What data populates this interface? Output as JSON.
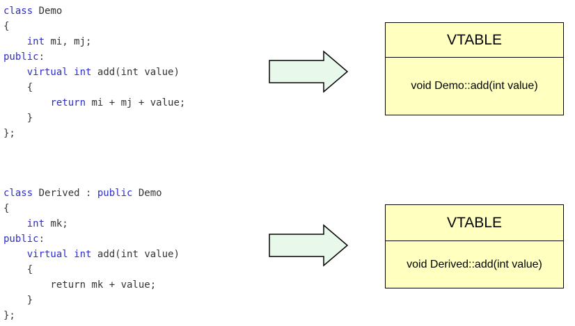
{
  "block1": {
    "code_lines": [
      [
        {
          "t": "class",
          "k": true
        },
        {
          "t": " Demo",
          "k": false
        }
      ],
      [
        {
          "t": "{",
          "k": false
        }
      ],
      [
        {
          "t": "    ",
          "k": false
        },
        {
          "t": "int",
          "k": true
        },
        {
          "t": " mi, mj;",
          "k": false
        }
      ],
      [
        {
          "t": "public",
          "k": true
        },
        {
          "t": ":",
          "k": false
        }
      ],
      [
        {
          "t": "    ",
          "k": false
        },
        {
          "t": "virtual",
          "k": true
        },
        {
          "t": " ",
          "k": false
        },
        {
          "t": "int",
          "k": true
        },
        {
          "t": " add(int value)",
          "k": false
        }
      ],
      [
        {
          "t": "    {",
          "k": false
        }
      ],
      [
        {
          "t": "        ",
          "k": false
        },
        {
          "t": "return",
          "k": true
        },
        {
          "t": " mi + mj + value;",
          "k": false
        }
      ],
      [
        {
          "t": "    }",
          "k": false
        }
      ],
      [
        {
          "t": "};",
          "k": false
        }
      ]
    ],
    "vtable_title": "VTABLE",
    "vtable_entry": "void Demo::add(int value)"
  },
  "block2": {
    "code_lines": [
      [
        {
          "t": "class",
          "k": true
        },
        {
          "t": " Derived : ",
          "k": false
        },
        {
          "t": "public",
          "k": true
        },
        {
          "t": " Demo",
          "k": false
        }
      ],
      [
        {
          "t": "{",
          "k": false
        }
      ],
      [
        {
          "t": "    ",
          "k": false
        },
        {
          "t": "int",
          "k": true
        },
        {
          "t": " mk;",
          "k": false
        }
      ],
      [
        {
          "t": "public",
          "k": true
        },
        {
          "t": ":",
          "k": false
        }
      ],
      [
        {
          "t": "    ",
          "k": false
        },
        {
          "t": "virtual",
          "k": true
        },
        {
          "t": " ",
          "k": false
        },
        {
          "t": "int",
          "k": true
        },
        {
          "t": " add(int value)",
          "k": false
        }
      ],
      [
        {
          "t": "    {",
          "k": false
        }
      ],
      [
        {
          "t": "        return mk + value;",
          "k": false
        }
      ],
      [
        {
          "t": "    }",
          "k": false
        }
      ],
      [
        {
          "t": "};",
          "k": false
        }
      ]
    ],
    "vtable_title": "VTABLE",
    "vtable_entry": "void Derived::add(int value)"
  },
  "colors": {
    "keyword": "#2c2cc8",
    "code_text": "#333333",
    "arrow_fill": "#e8f8ea",
    "vtable_fill": "#ffffc0"
  },
  "icons": {
    "arrow": "right-arrow-icon"
  }
}
